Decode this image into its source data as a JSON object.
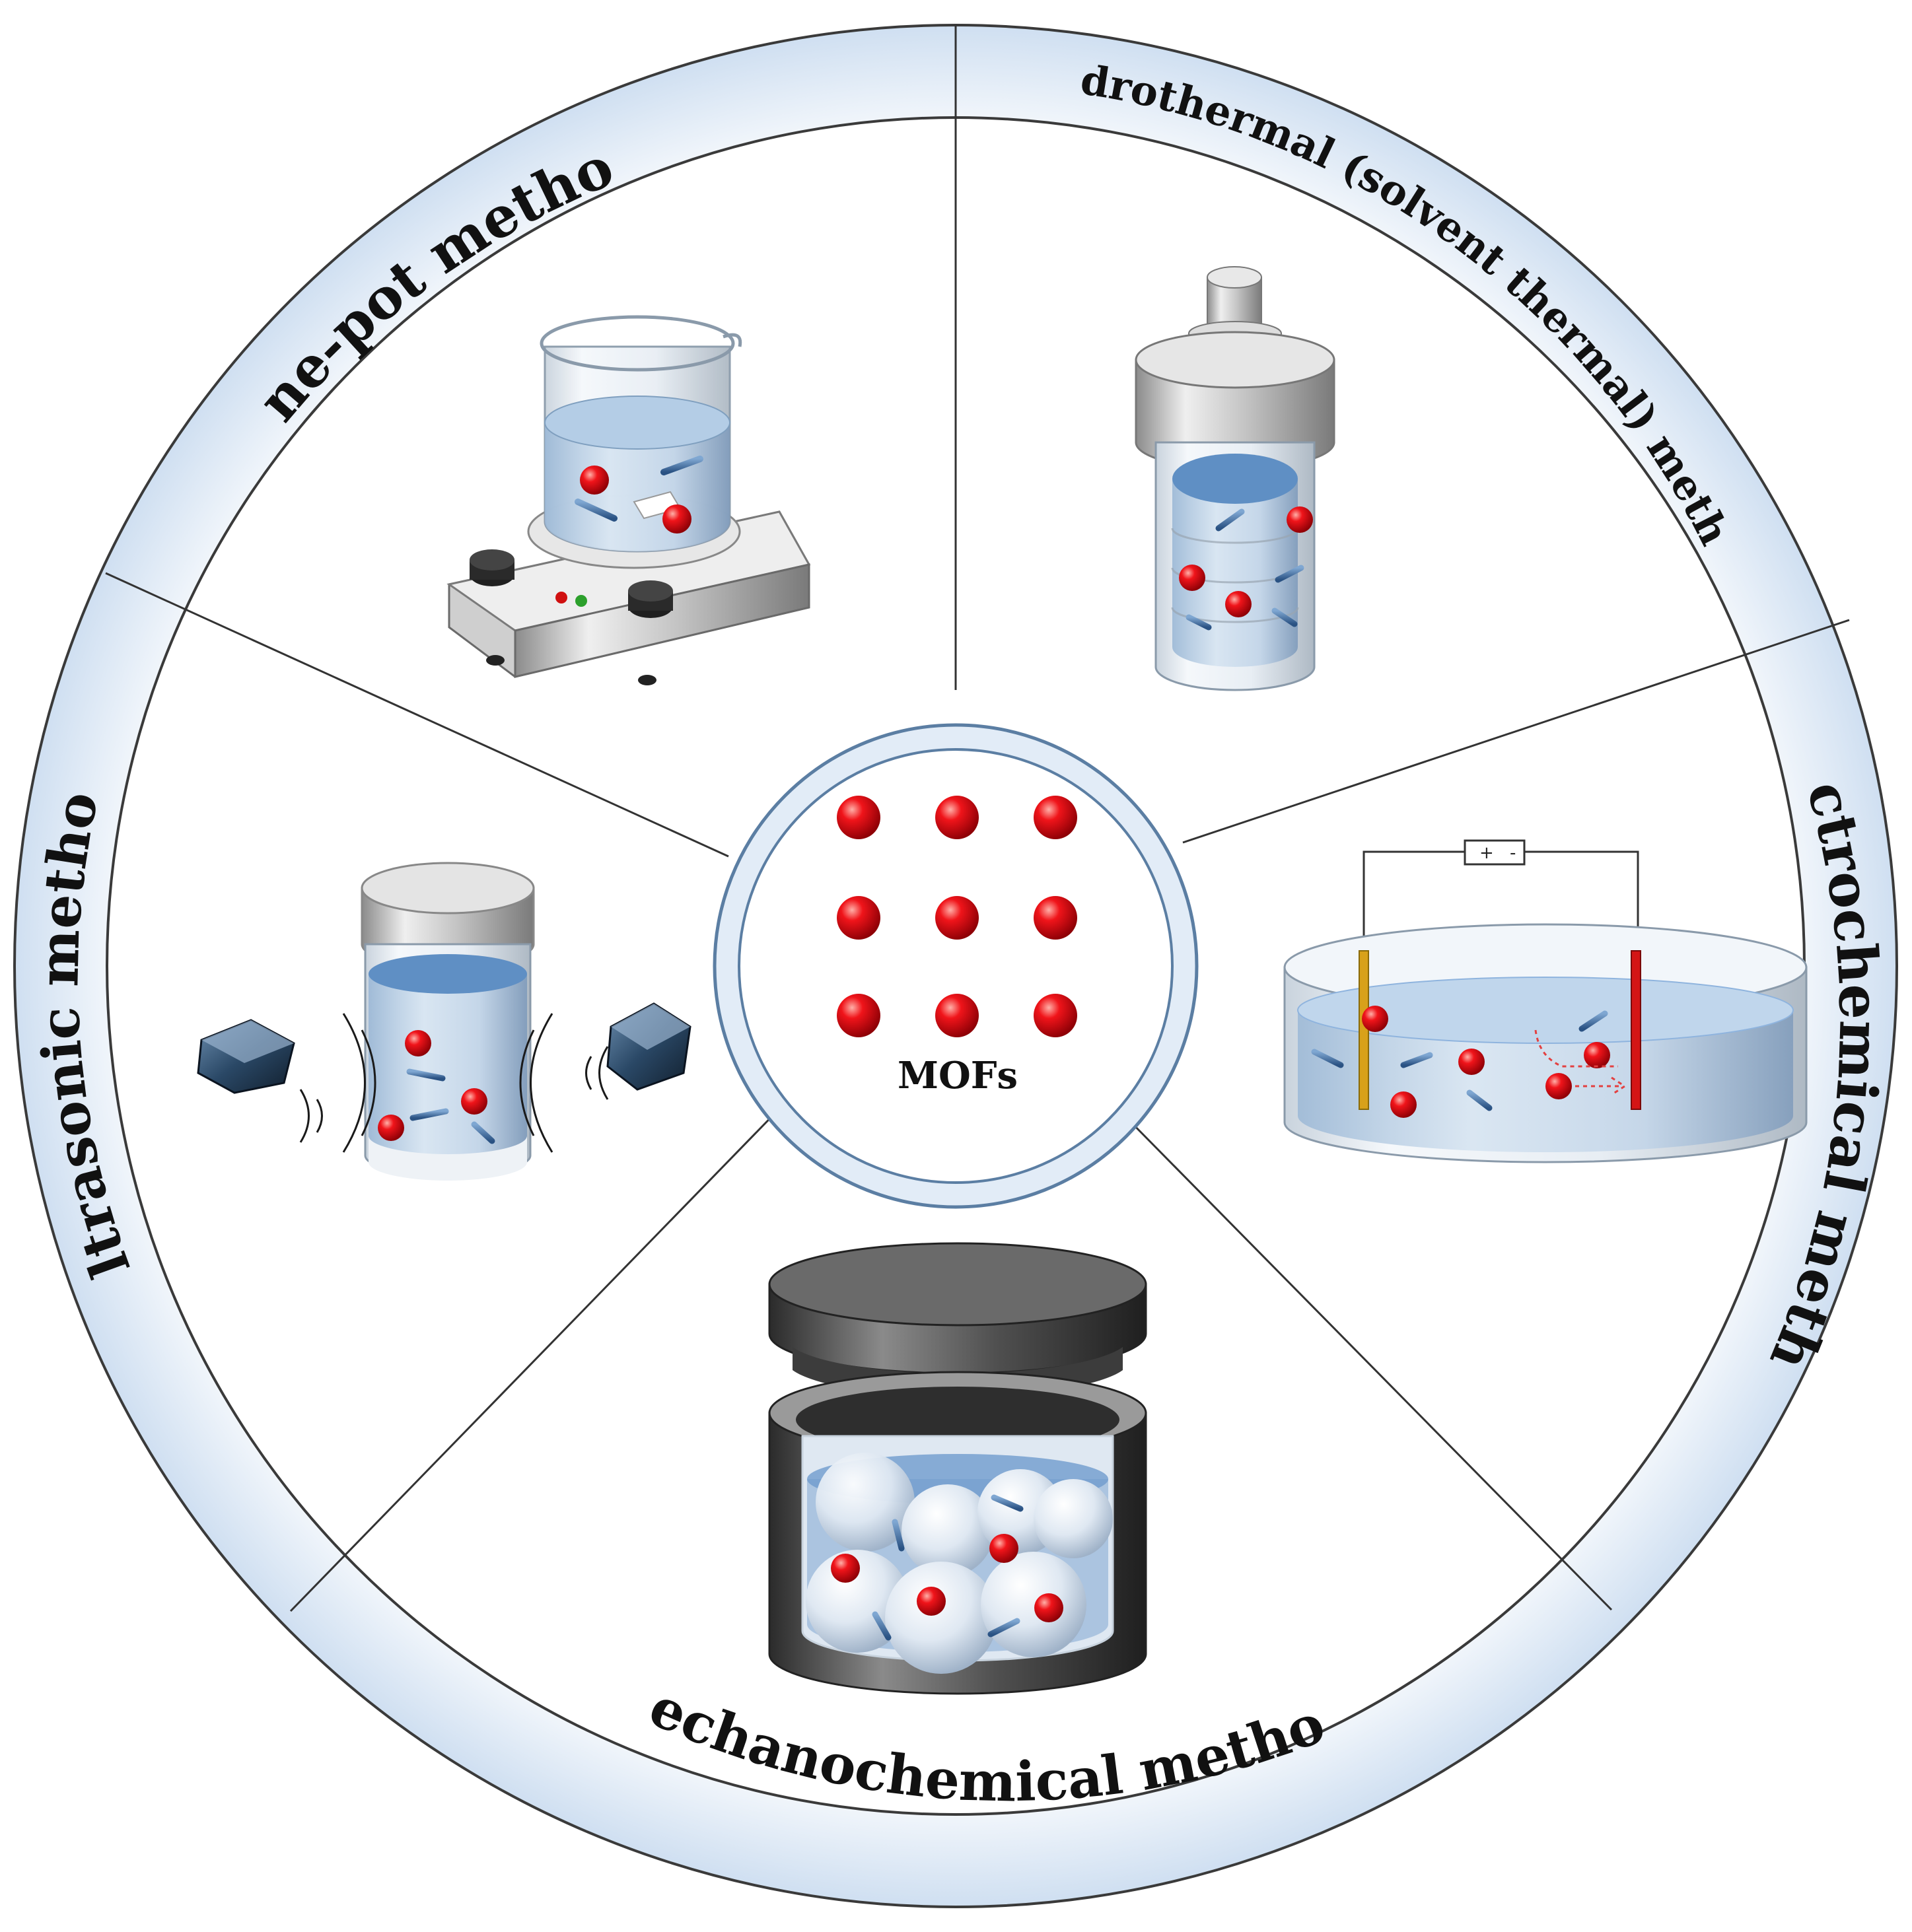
{
  "center": {
    "label": "MOFs"
  },
  "methods": [
    {
      "id": "one-pot",
      "label": "One-pot method"
    },
    {
      "id": "hydrothermal",
      "label": "Hydrothermal (solvent thermal) method"
    },
    {
      "id": "electrochemical",
      "label": "Electrochemical method"
    },
    {
      "id": "mechanochemical",
      "label": "Mechanochemical method"
    },
    {
      "id": "ultrasonic",
      "label": "Ultrasonic method"
    }
  ],
  "electrochemical": {
    "plus": "+",
    "minus": "-"
  },
  "colors": {
    "ring_fill": "#dfe9f5",
    "ring_stroke": "#3a3a3a",
    "atom": "#e10d12",
    "linker": "#3f6fa6",
    "liquid": "#8fb4de",
    "metal": "#b9b9b9",
    "dark_metal": "#4a4a4a"
  },
  "icons": [
    "beaker-stirrer-icon",
    "autoclave-icon",
    "electrolysis-cell-icon",
    "ball-mill-jar-icon",
    "ultrasonic-vial-icon",
    "mof-lattice-icon"
  ]
}
